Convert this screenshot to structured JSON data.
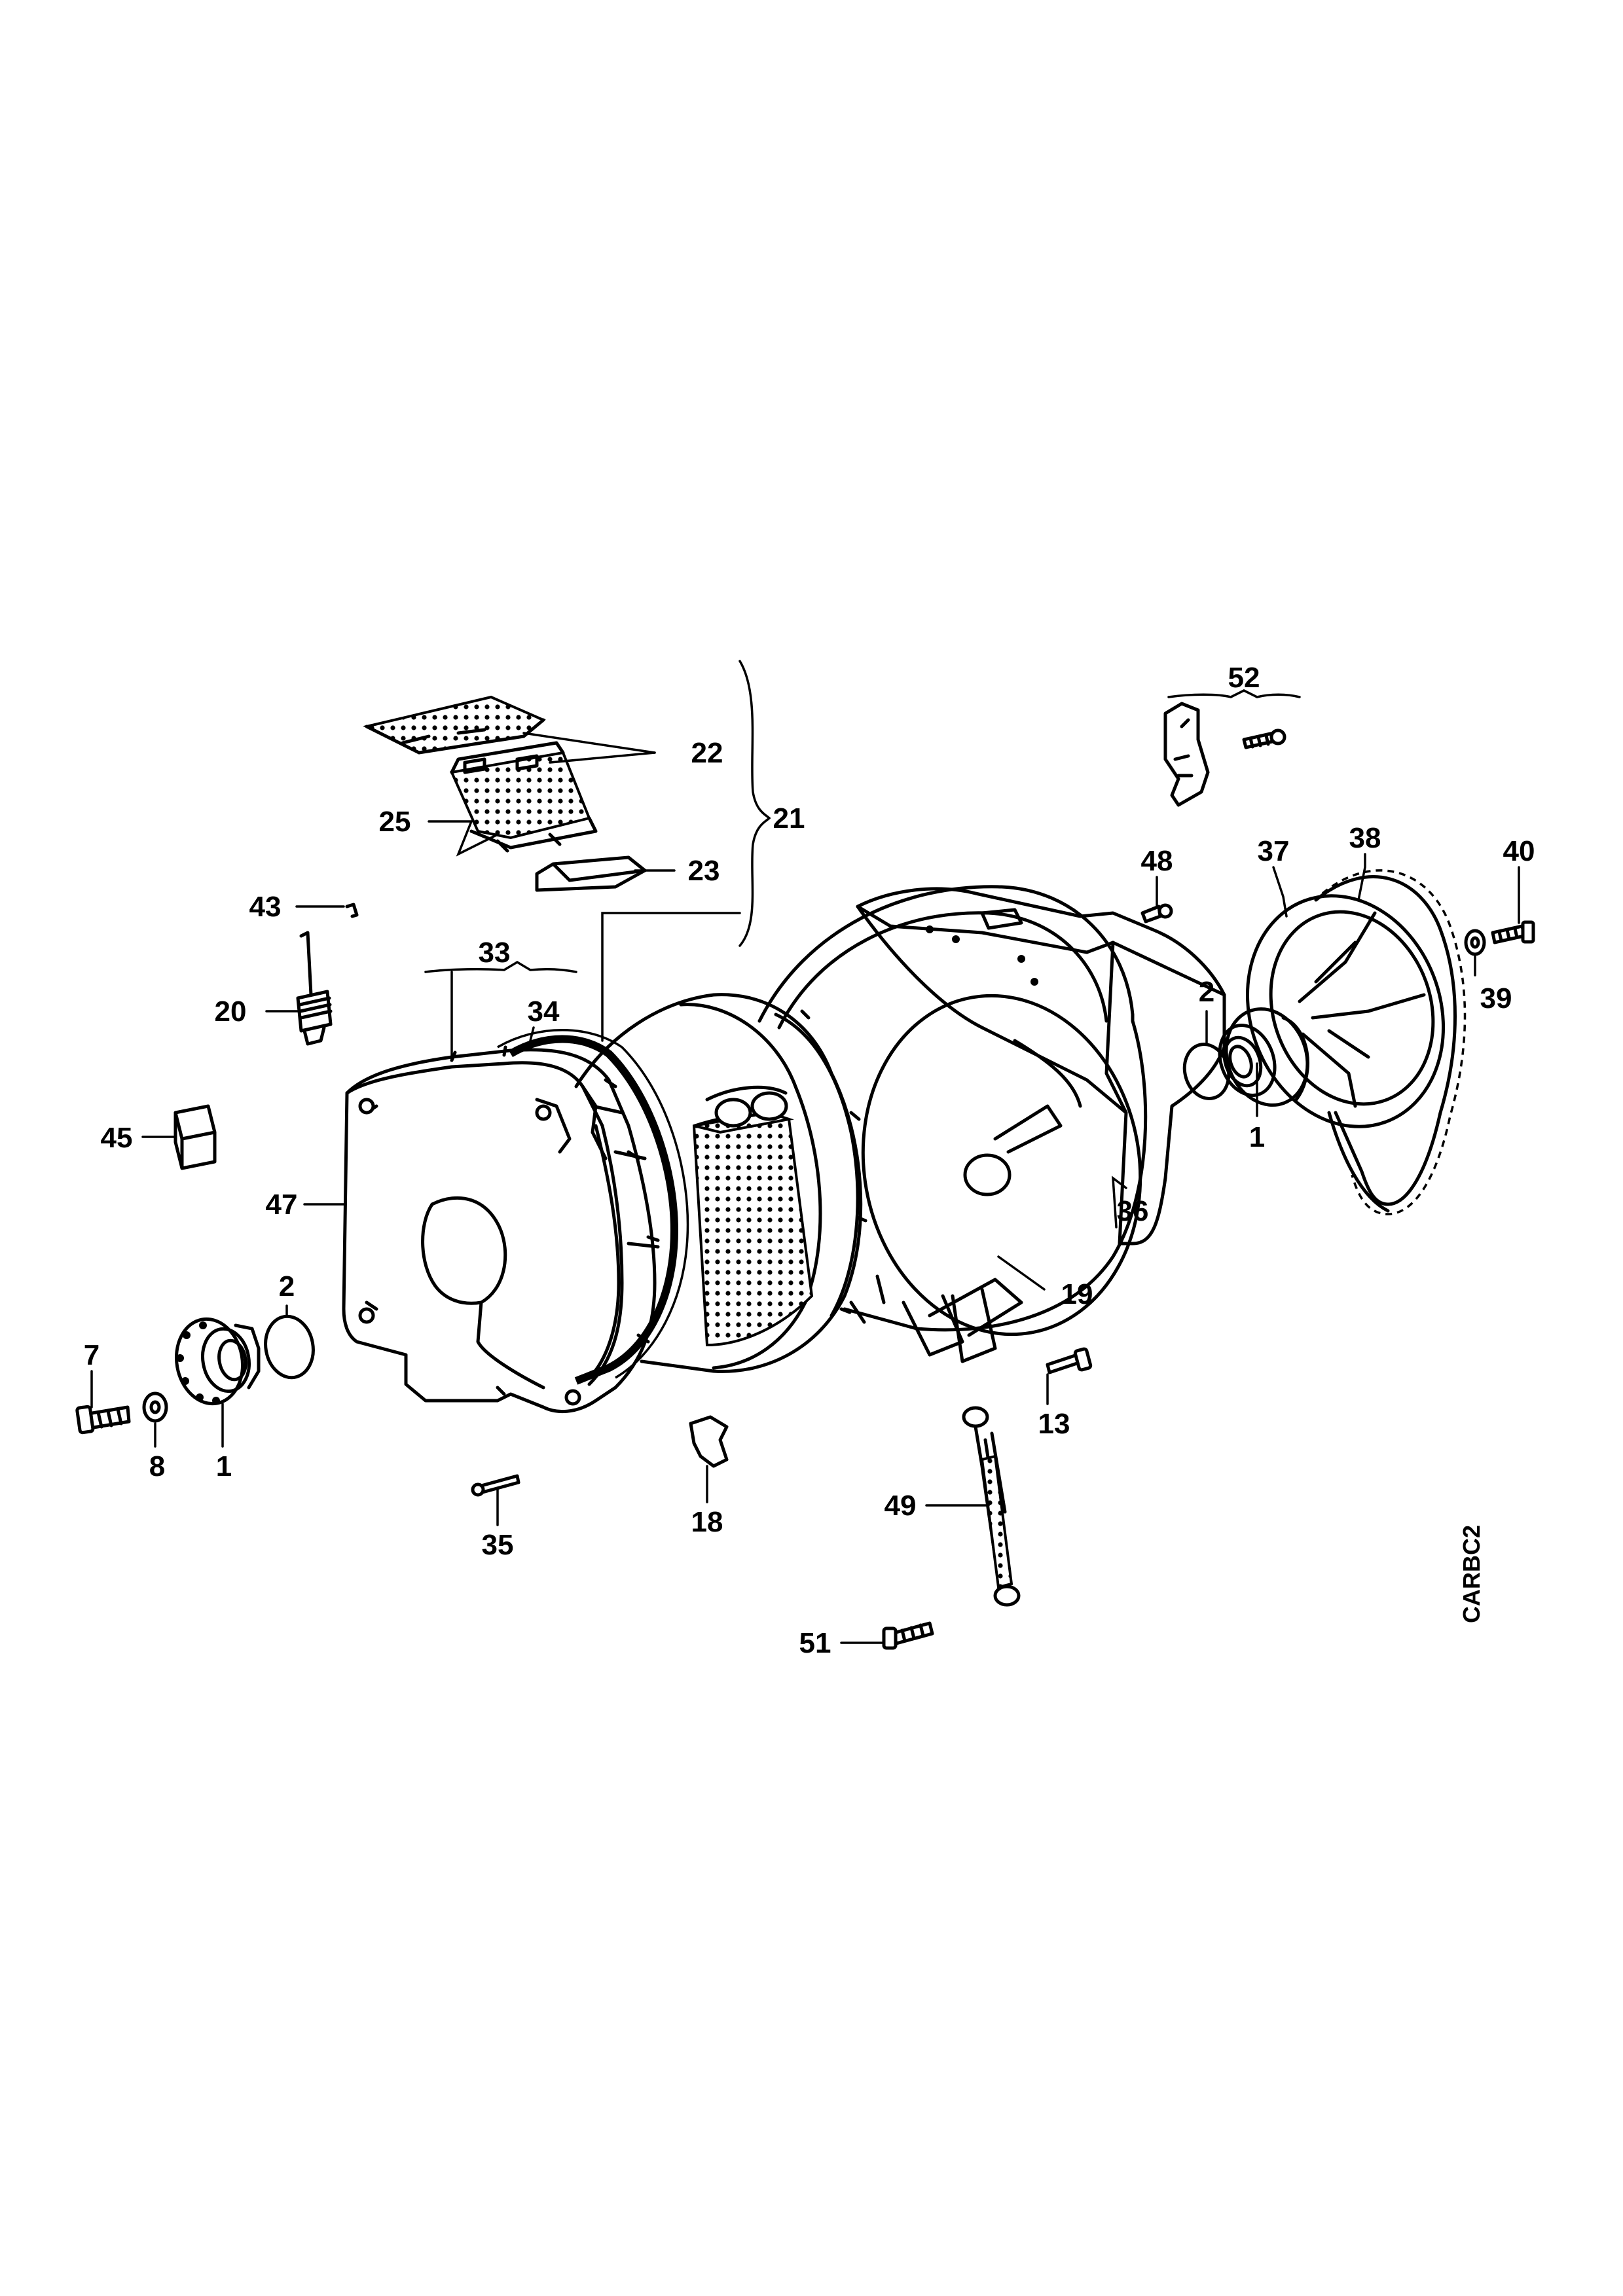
{
  "drawing_code": "CARBC2",
  "callouts": [
    {
      "id": "c52",
      "text": "52"
    },
    {
      "id": "c22",
      "text": "22"
    },
    {
      "id": "c21",
      "text": "21"
    },
    {
      "id": "c25",
      "text": "25"
    },
    {
      "id": "c23",
      "text": "23"
    },
    {
      "id": "c38",
      "text": "38"
    },
    {
      "id": "c37",
      "text": "37"
    },
    {
      "id": "c40",
      "text": "40"
    },
    {
      "id": "c48",
      "text": "48"
    },
    {
      "id": "c43",
      "text": "43"
    },
    {
      "id": "c33",
      "text": "33"
    },
    {
      "id": "c2a",
      "text": "2"
    },
    {
      "id": "c39",
      "text": "39"
    },
    {
      "id": "c20",
      "text": "20"
    },
    {
      "id": "c34",
      "text": "34"
    },
    {
      "id": "c1a",
      "text": "1"
    },
    {
      "id": "c45",
      "text": "45"
    },
    {
      "id": "c47",
      "text": "47"
    },
    {
      "id": "c36",
      "text": "36"
    },
    {
      "id": "c19",
      "text": "19"
    },
    {
      "id": "c2b",
      "text": "2"
    },
    {
      "id": "c7",
      "text": "7"
    },
    {
      "id": "c13",
      "text": "13"
    },
    {
      "id": "c8",
      "text": "8"
    },
    {
      "id": "c1b",
      "text": "1"
    },
    {
      "id": "c49",
      "text": "49"
    },
    {
      "id": "c35",
      "text": "35"
    },
    {
      "id": "c18",
      "text": "18"
    },
    {
      "id": "c51",
      "text": "51"
    }
  ]
}
